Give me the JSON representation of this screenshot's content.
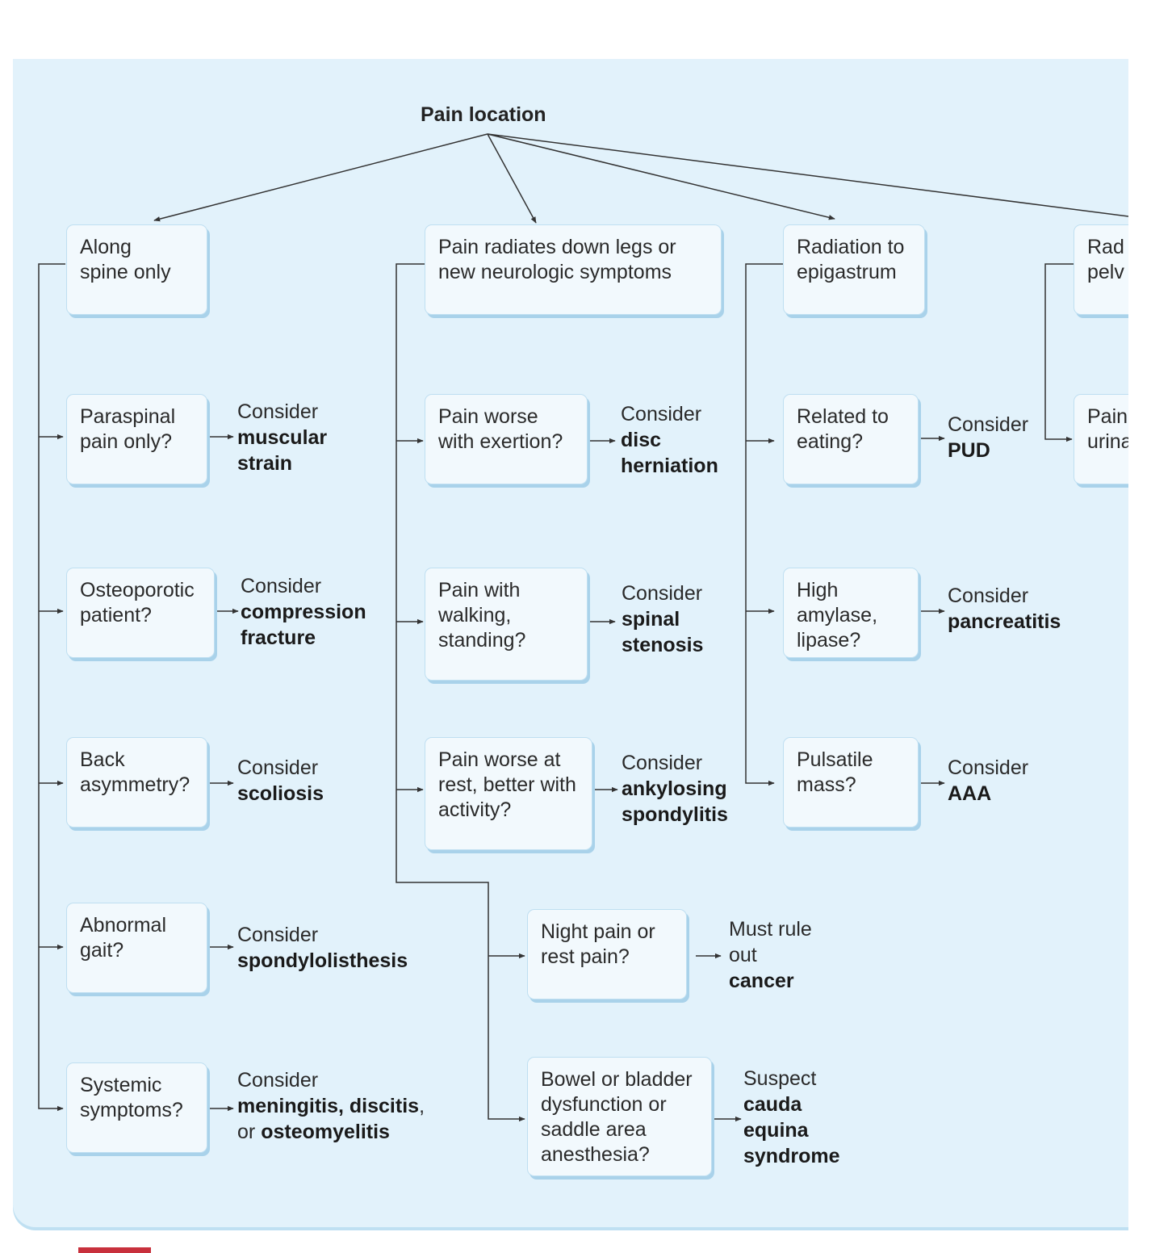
{
  "colors": {
    "panel_bg": "#e2f2fb",
    "box_bg": "#f2f9fd",
    "box_border": "#bfdff1",
    "line": "#333333",
    "accent": "#c8303c"
  },
  "title": "Pain location",
  "categories": {
    "spine": "Along\nspine only",
    "legs": "Pain radiates down legs or\nnew neurologic symptoms",
    "epigastrum": "Radiation to\nepigastrum",
    "pelvis": "Rad\npelv"
  },
  "questions": {
    "paraspinal": "Paraspinal\npain only?",
    "osteoporotic": "Osteoporotic\npatient?",
    "asymmetry": "Back\nasymmetry?",
    "gait": "Abnormal\ngait?",
    "systemic": "Systemic\nsymptoms?",
    "exertion": "Pain worse\nwith exertion?",
    "walking": "Pain with\nwalking,\nstanding?",
    "rest": "Pain worse at\nrest, better with\nactivity?",
    "night": "Night pain or\nrest pain?",
    "bowel": "Bowel or bladder\ndysfunction or\nsaddle area\nanesthesia?",
    "eating": "Related to\neating?",
    "amylase": "High\namylase,\nlipase?",
    "pulsatile": "Pulsatile\nmass?",
    "urinary": "Pain\nurina"
  },
  "outcomes": {
    "strain": {
      "lead": "Consider",
      "dx": "muscular\nstrain"
    },
    "fracture": {
      "lead": "Consider",
      "dx": "compression\nfracture"
    },
    "scoliosis": {
      "lead": "Consider",
      "dx": "scoliosis"
    },
    "spondylolisthesis": {
      "lead": "Consider",
      "dx": "spondylolisthesis"
    },
    "meningitis": {
      "lead": "Consider",
      "dx1": "meningitis, discitis",
      "mid": ",\nor ",
      "dx2": "osteomyelitis"
    },
    "disc": {
      "lead": "Consider",
      "dx": "disc\nherniation"
    },
    "stenosis": {
      "lead": "Consider",
      "dx": "spinal\nstenosis"
    },
    "ankylosing": {
      "lead": "Consider",
      "dx": "ankylosing\nspondylitis"
    },
    "cancer": {
      "lead": "Must rule\nout",
      "dx": "cancer"
    },
    "cauda": {
      "lead": "Suspect",
      "dx": "cauda\nequina\nsyndrome"
    },
    "pud": {
      "lead": "Consider",
      "dx": "PUD"
    },
    "pancreatitis": {
      "lead": "Consider",
      "dx": "pancreatitis"
    },
    "aaa": {
      "lead": "Consider",
      "dx": "AAA"
    }
  }
}
